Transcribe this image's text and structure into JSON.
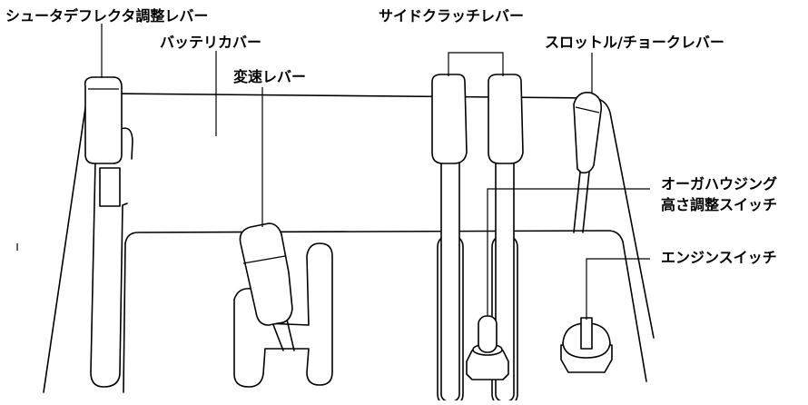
{
  "labels": {
    "shooter_deflector_lever": "シュータデフレクタ調整レバー",
    "battery_cover": "バッテリカバー",
    "shift_lever": "変速レバー",
    "side_clutch_lever": "サイドクラッチレバー",
    "throttle_choke_lever": "スロットル/チョークレバー",
    "auger_height_switch_line1": "オーガハウジング",
    "auger_height_switch_line2": "高さ調整スイッチ",
    "engine_switch": "エンジンスイッチ"
  }
}
